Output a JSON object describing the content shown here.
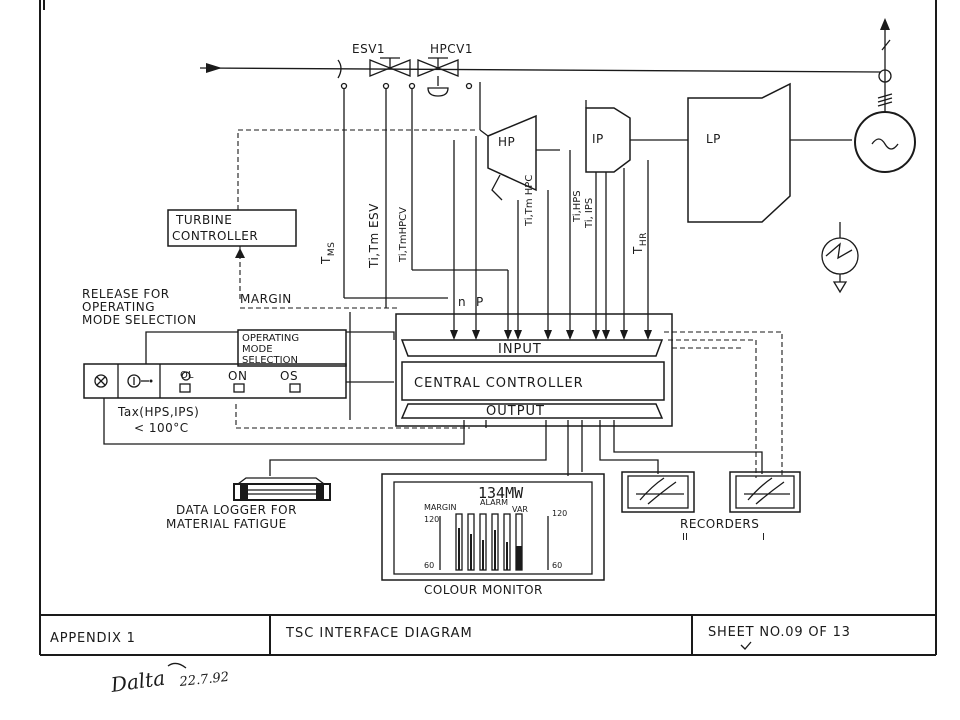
{
  "valves": {
    "esv1": "ESV1",
    "hpcv1": "HPCV1"
  },
  "turbines": {
    "hp": "HP",
    "ip": "IP",
    "lp": "LP"
  },
  "turbine_controller": {
    "line1": "TURBINE",
    "line2": "CONTROLLER"
  },
  "signals": {
    "tms": "T",
    "tms_sub": "MS",
    "esv": "Ti,Tm ESV",
    "hpcv": "Ti,TmHPCV",
    "hpc": "Ti,Tm HPC",
    "hps": "Ti,HPS",
    "ips": "Ti, IPS",
    "thr": "T",
    "thr_sub": "HR",
    "n": "n",
    "p": "P"
  },
  "margin": "MARGIN",
  "release": {
    "line1": "RELEASE FOR",
    "line2": "OPERATING",
    "line3": "MODE SELECTION"
  },
  "mode_selection": {
    "line1": "OPERATING",
    "line2": "MODE",
    "line3": "SELECTION"
  },
  "mode_panel": {
    "ol": "OL",
    "on": "ON",
    "os": "OS"
  },
  "tax": {
    "line1": "Tax(HPS,IPS)",
    "line2": "< 100°C"
  },
  "controller": {
    "input": "INPUT",
    "central": "CENTRAL CONTROLLER",
    "output": "OUTPUT"
  },
  "logger": {
    "line1": "DATA LOGGER FOR",
    "line2": "MATERIAL FATIGUE"
  },
  "monitor": {
    "reading": "134MW",
    "label": "COLOUR MONITOR",
    "tag_left": "MARGIN",
    "tag_top": "ALARM",
    "tag_right": "VAR",
    "scale_top": "120",
    "scale_bottom": "60"
  },
  "recorders": {
    "label": "RECORDERS",
    "left": "II",
    "right": "I"
  },
  "title_block": {
    "appendix": "APPENDIX 1",
    "title": "TSC INTERFACE DIAGRAM",
    "sheet": "SHEET NO.09 OF 13"
  },
  "signature": {
    "name": "Dalta",
    "date": "22.7.92"
  }
}
